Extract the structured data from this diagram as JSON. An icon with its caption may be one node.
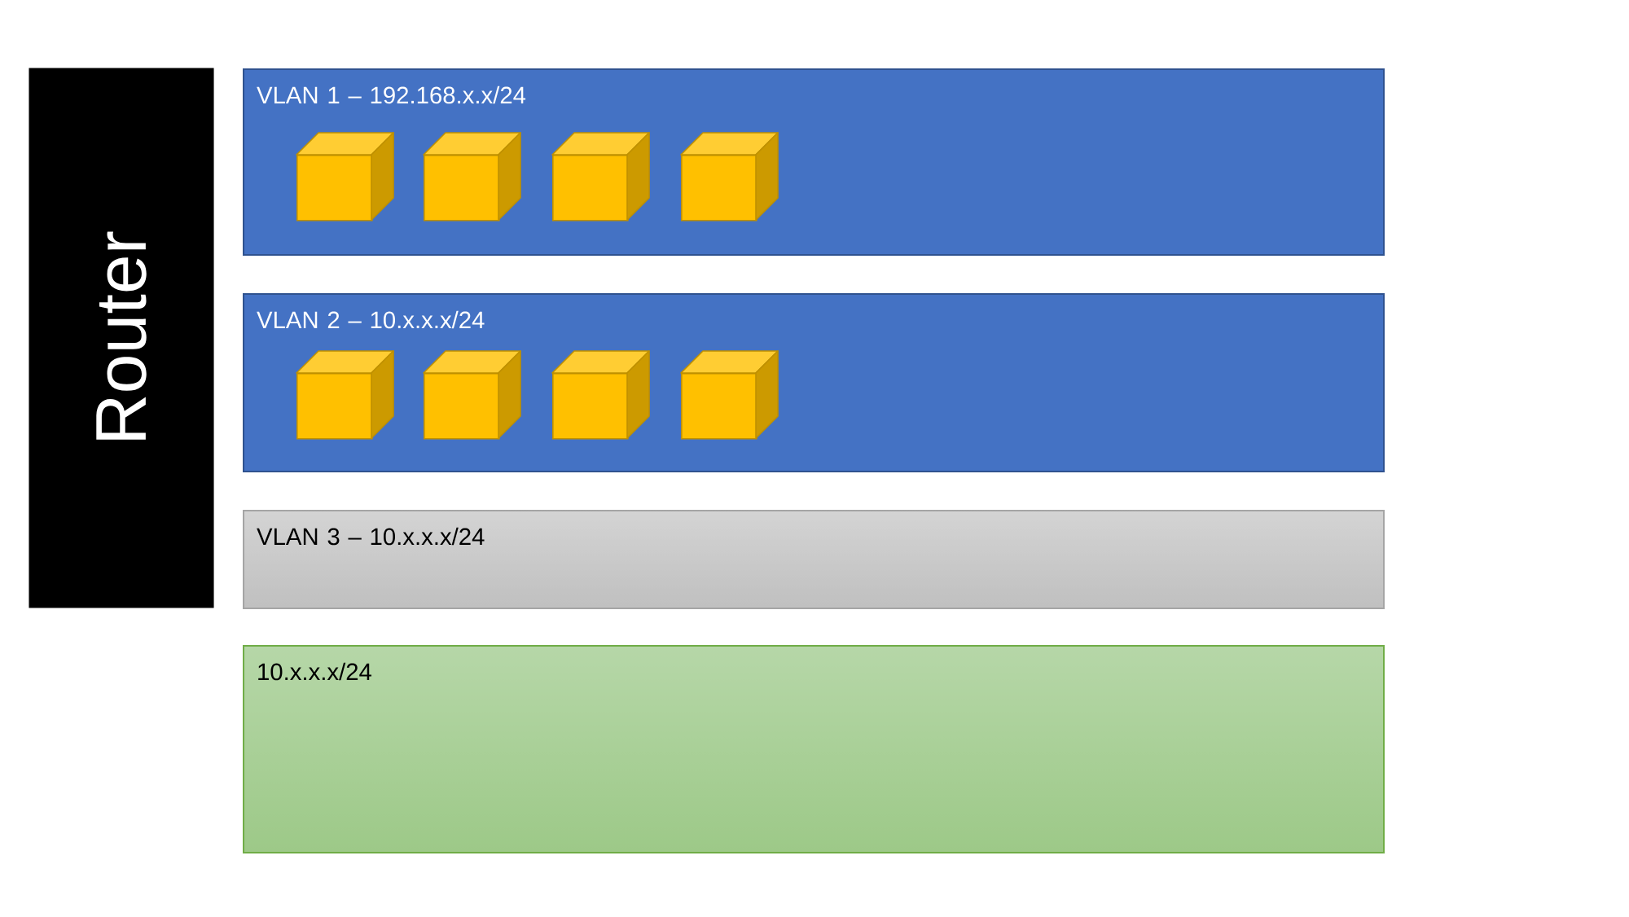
{
  "diagram": {
    "nodes": [
      {
        "text": [
          "Router"
        ]
      },
      {
        "text": [
          "VLAN 1 – 192.168.x.x/24"
        ]
      },
      {
        "text": [],
        "shape": "cube",
        "in": 1
      },
      {
        "text": [],
        "shape": "cube",
        "in": 1
      },
      {
        "text": [],
        "shape": "cube",
        "in": 1
      },
      {
        "text": [],
        "shape": "cube",
        "in": 1
      },
      {
        "text": [
          "VLAN 2 – 10.x.x.x/24"
        ]
      },
      {
        "text": [],
        "shape": "cube",
        "in": 6
      },
      {
        "text": [],
        "shape": "cube",
        "in": 6
      },
      {
        "text": [],
        "shape": "cube",
        "in": 6
      },
      {
        "text": [],
        "shape": "cube",
        "in": 6
      },
      {
        "text": [
          "VLAN 3 – 10.x.x.x/24"
        ]
      },
      {
        "text": [
          "10.x.x.x/24"
        ]
      }
    ]
  }
}
